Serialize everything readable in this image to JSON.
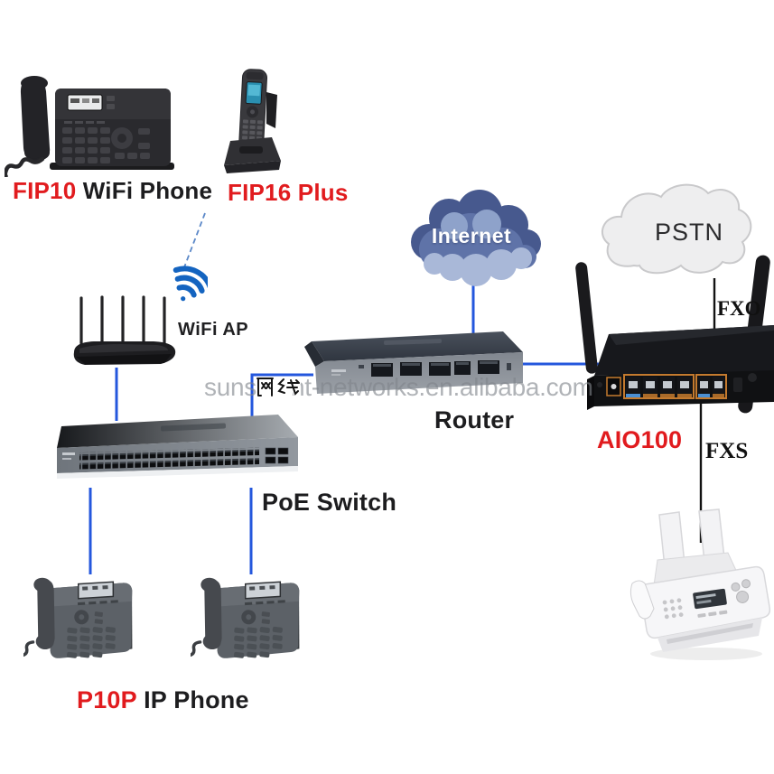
{
  "diagram": {
    "watermark": {
      "left": "suns",
      "right": "nt-networks.en.alibaba.com"
    },
    "nodes": {
      "fip10": {
        "model": "FIP10",
        "type": " WiFi Phone"
      },
      "fip16": {
        "model": "FIP16 Plus"
      },
      "wifi_ap": {
        "label": "WiFi AP"
      },
      "internet": {
        "label": "Internet"
      },
      "router": {
        "label": "Router"
      },
      "pstn": {
        "label": "PSTN"
      },
      "aio100": {
        "model": "AIO100"
      },
      "poe_switch": {
        "label": "PoE Switch"
      },
      "p10p": {
        "model": "P10P",
        "type": " IP Phone"
      }
    },
    "links": {
      "fxo": {
        "label": "FXO"
      },
      "fxs": {
        "label": "FXS"
      },
      "cable_cn": {
        "label": "网线"
      }
    }
  },
  "colors": {
    "line_blue": "#2457dd",
    "dash_blue": "#5b88c8",
    "line_black": "#121212",
    "label_red": "#e11b1e",
    "text_dark": "#1d1d1f",
    "watermark_gray": "#82868a",
    "wifi_icon_blue": "#1464c0",
    "cloud_dark_blue": "#47598e",
    "cloud_light_gray": "#eeeeef",
    "port_orange": "#c47a2e"
  }
}
